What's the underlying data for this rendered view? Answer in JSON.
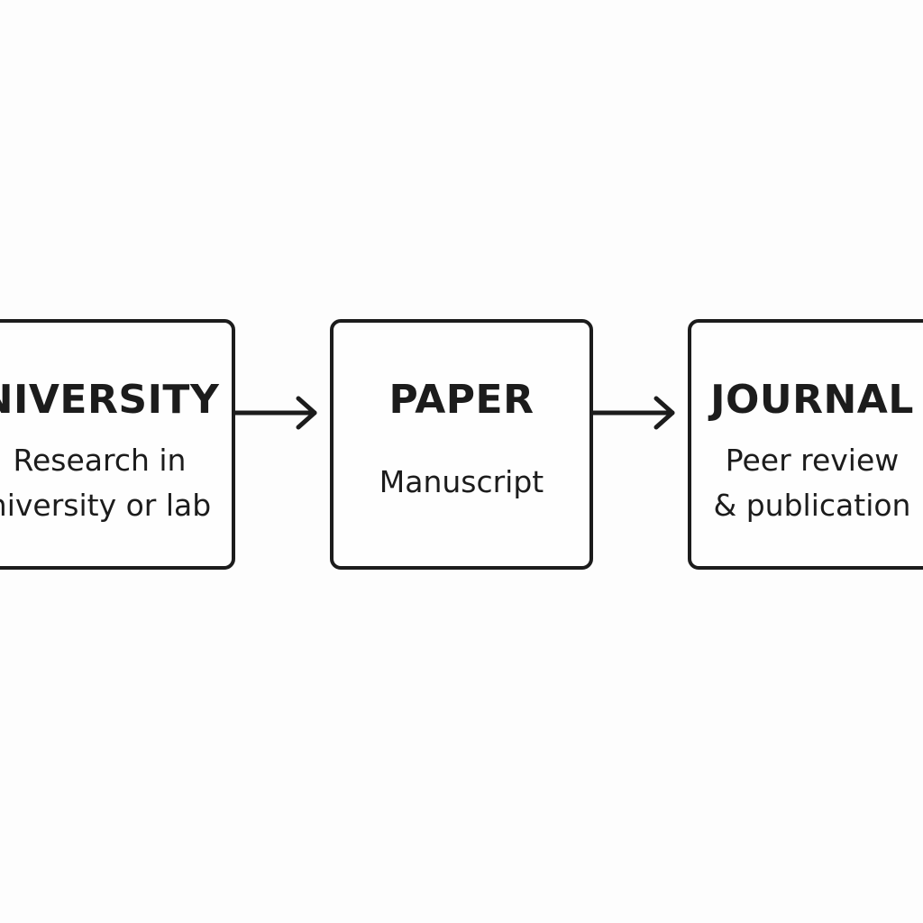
{
  "nodes": [
    {
      "title": "NIVERSITY",
      "desc_line1": "Research in",
      "desc_line2": "niversity or lab"
    },
    {
      "title": "PAPER",
      "desc_line1": "Manuscript"
    },
    {
      "title": "JOURNAL",
      "desc_line1": "Peer review",
      "desc_line2": "& publication"
    }
  ]
}
